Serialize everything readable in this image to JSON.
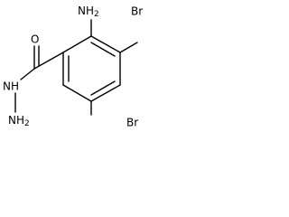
{
  "molecule": {
    "atoms": {
      "amino": "NH2",
      "bromo_top": "Br",
      "bromo_bottom": "Br",
      "carbonyl_oxygen": "O",
      "hydrazide_nh": "NH",
      "hydrazide_nh2": "NH2"
    }
  }
}
